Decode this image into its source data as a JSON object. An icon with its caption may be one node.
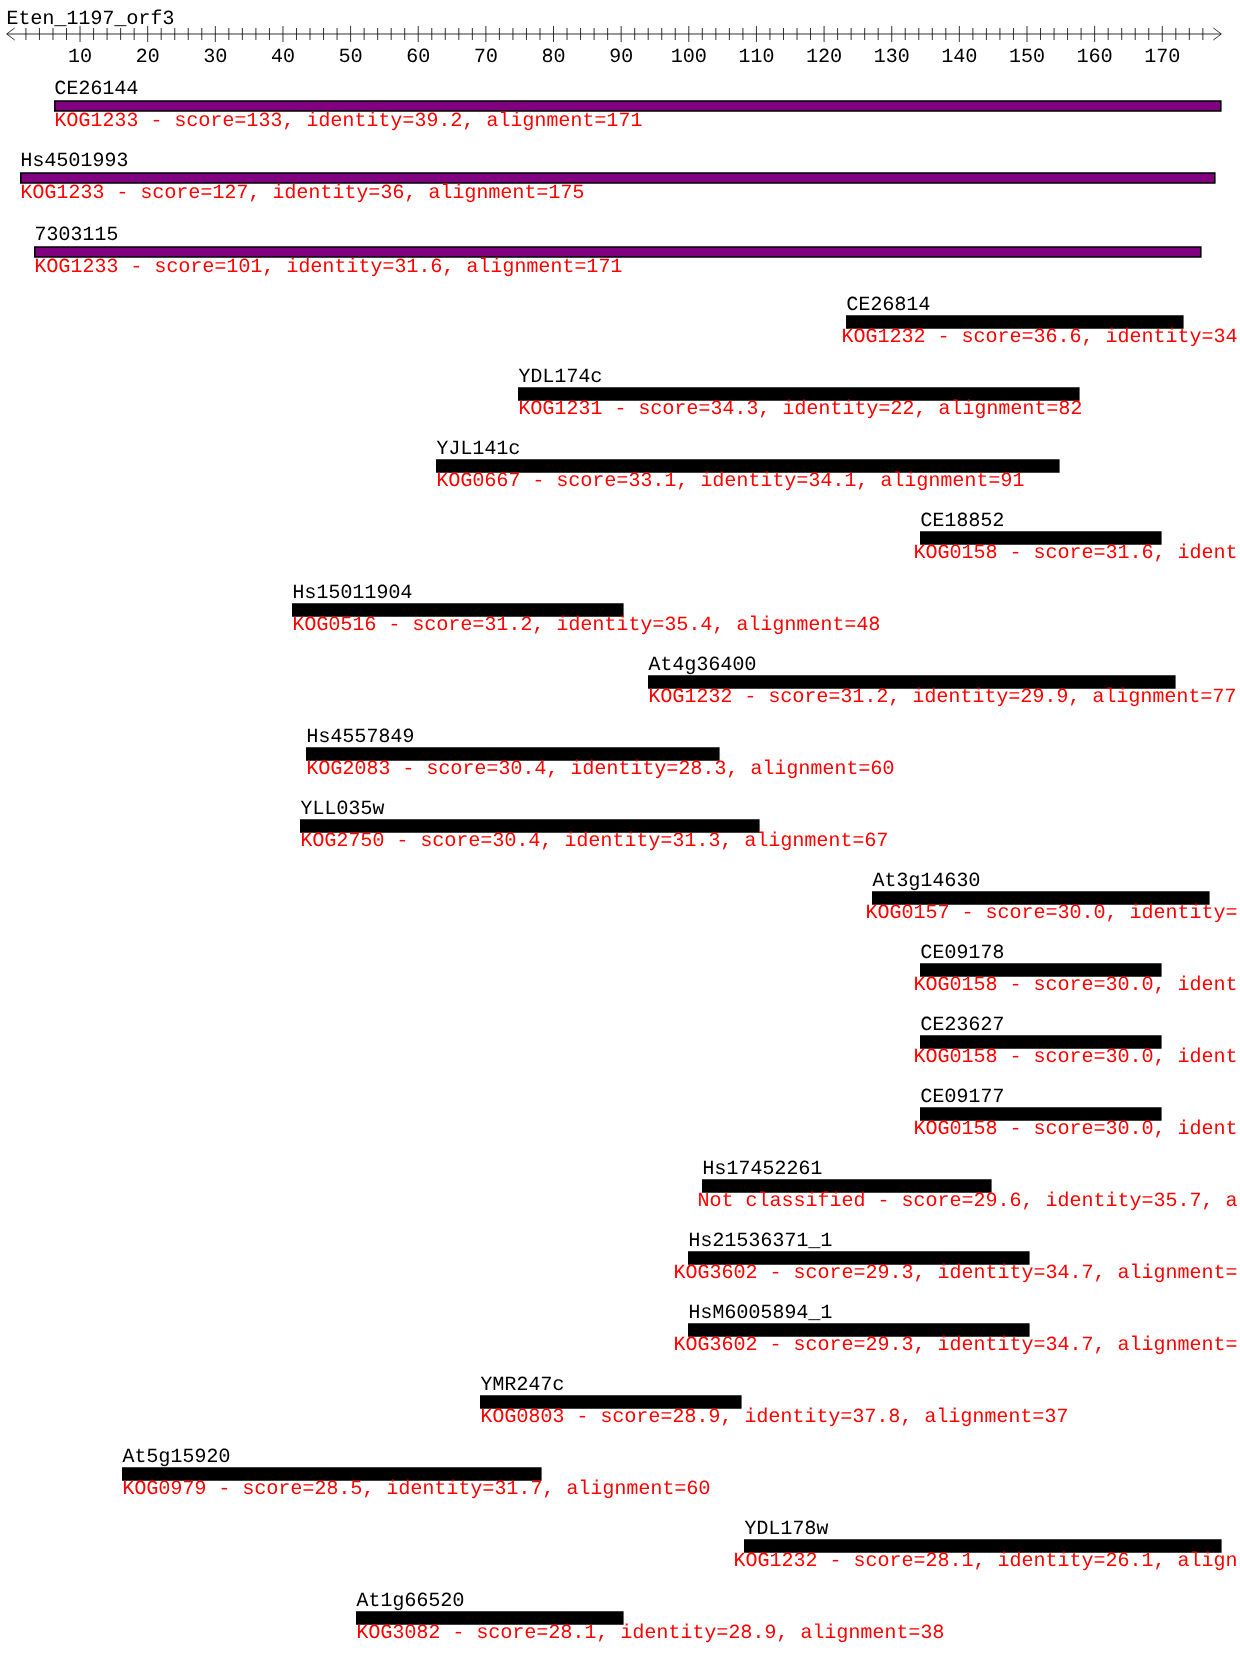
{
  "diagram": {
    "title": "Eten_1197_orf3",
    "nodes": [
      {
        "text": [
          "CE26144",
          "KOG1233 - score=133, identity=39.2, alignment=171"
        ]
      },
      {
        "text": [
          "Hs4501993",
          "KOG1233 - score=127, identity=36, alignment=175"
        ]
      },
      {
        "text": [
          "7303115",
          "KOG1233 - score=101, identity=31.6, alignment=171"
        ]
      },
      {
        "text": [
          "CE26814",
          "KOG1232 - score=36.6, identity=34"
        ]
      },
      {
        "text": [
          "YDL174c",
          "KOG1231 - score=34.3, identity=22, alignment=82"
        ]
      },
      {
        "text": [
          "YJL141c",
          "KOG0667 - score=33.1, identity=34.1, alignment=91"
        ]
      },
      {
        "text": [
          "CE18852",
          "KOG0158 - score=31.6, ident"
        ]
      },
      {
        "text": [
          "Hs15011904",
          "KOG0516 - score=31.2, identity=35.4, alignment=48"
        ]
      },
      {
        "text": [
          "At4g36400",
          "KOG1232 - score=31.2, identity=29.9, alignment=77"
        ]
      },
      {
        "text": [
          "Hs4557849",
          "KOG2083 - score=30.4, identity=28.3, alignment=60"
        ]
      },
      {
        "text": [
          "YLL035w",
          "KOG2750 - score=30.4, identity=31.3, alignment=67"
        ]
      },
      {
        "text": [
          "At3g14630",
          "KOG0157 - score=30.0, identity="
        ]
      },
      {
        "text": [
          "CE09178",
          "KOG0158 - score=30.0, ident"
        ]
      },
      {
        "text": [
          "CE23627",
          "KOG0158 - score=30.0, ident"
        ]
      },
      {
        "text": [
          "CE09177",
          "KOG0158 - score=30.0, ident"
        ]
      },
      {
        "text": [
          "Hs17452261",
          "Not classified - score=29.6, identity=35.7, a"
        ]
      },
      {
        "text": [
          "Hs21536371_1",
          "KOG3602 - score=29.3, identity=34.7, alignment="
        ]
      },
      {
        "text": [
          "HsM6005894_1",
          "KOG3602 - score=29.3, identity=34.7, alignment="
        ]
      },
      {
        "text": [
          "YMR247c",
          "KOG0803 - score=28.9, identity=37.8, alignment=37"
        ]
      },
      {
        "text": [
          "At5g15920",
          "KOG0979 - score=28.5, identity=31.7, alignment=60"
        ]
      },
      {
        "text": [
          "YDL178w",
          "KOG1232 - score=28.1, identity=26.1, align"
        ]
      },
      {
        "text": [
          "At1g66520",
          "KOG3082 - score=28.1, identity=28.9, alignment=38"
        ]
      }
    ],
    "labels": [
      "10",
      "20",
      "30",
      "40",
      "50",
      "60",
      "70",
      "80",
      "90",
      "100",
      "110",
      "120",
      "130",
      "140",
      "150",
      "160",
      "170"
    ]
  }
}
